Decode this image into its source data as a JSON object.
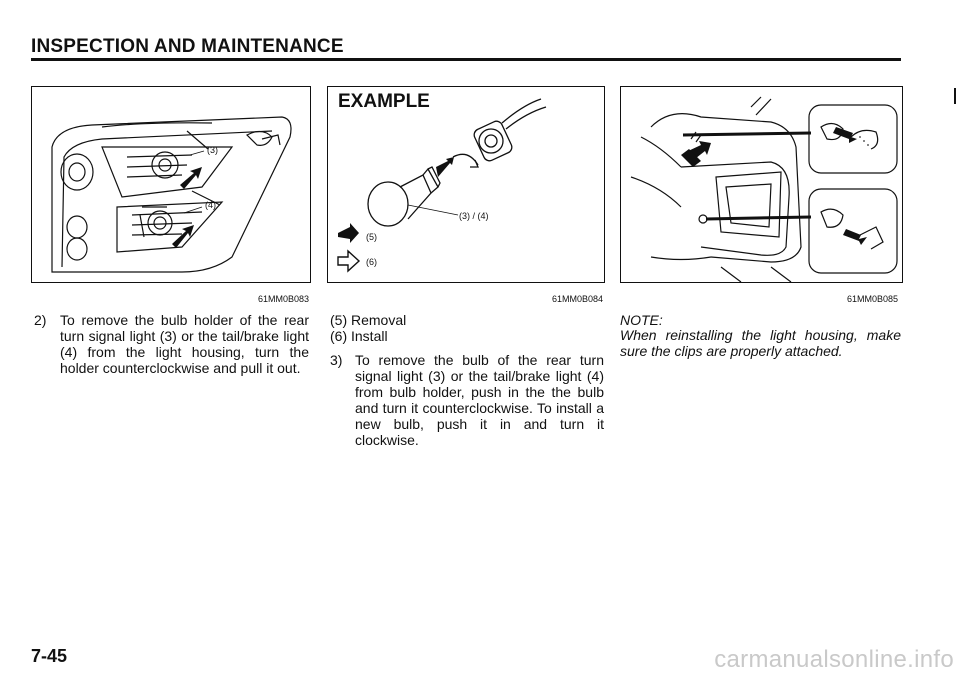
{
  "header": {
    "title": "INSPECTION AND MAINTENANCE"
  },
  "figures": [
    {
      "code": "61MM0B083",
      "callouts": [
        "(3)",
        "(4)"
      ]
    },
    {
      "code": "61MM0B084",
      "title": "EXAMPLE",
      "callouts": [
        "(3) / (4)",
        "(5)",
        "(6)"
      ]
    },
    {
      "code": "61MM0B085"
    }
  ],
  "steps": [
    {
      "number": "2)",
      "text": "To remove the bulb holder of the rear turn signal light (3) or the tail/brake light (4) from the light housing, turn the holder counterclockwise and pull it out."
    },
    {
      "number": "3)",
      "text": "To remove the bulb of the rear turn signal light (3) or the tail/brake light (4) from bulb holder, push in the the bulb and turn it counterclockwise. To install a new bulb, push it in and turn it clockwise."
    }
  ],
  "legend": {
    "removal": "(5) Removal",
    "install": "(6) Install"
  },
  "note": {
    "label": "NOTE:",
    "text": "When reinstalling the light housing, make sure the clips are properly attached."
  },
  "page_number": "7-45",
  "watermark": "carmanualsonline.info"
}
